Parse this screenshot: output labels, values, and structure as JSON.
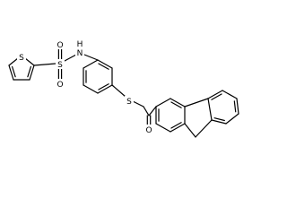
{
  "molecule": {
    "atoms": {
      "S_thiophene": "S",
      "S_sulfonyl": "S",
      "O_sulfonyl_top": "O",
      "O_sulfonyl_bottom": "O",
      "NH": "N",
      "H_amine": "H",
      "S_thioether": "S",
      "O_ketone": "O"
    }
  },
  "colors": {
    "bond": "#000000",
    "background": "#ffffff"
  }
}
